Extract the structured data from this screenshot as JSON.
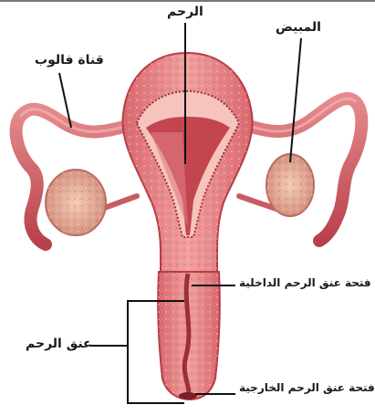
{
  "labels": {
    "uterus": "الرحم",
    "ovary": "المبيض",
    "fallopian_tube": "قناة فالوب",
    "internal_os": "فتحة عنق الرحم الداخلية",
    "cervix": "عنق الرحم",
    "external_os": "فتحة عنق الرحم الخارجية"
  },
  "colors": {
    "tissue_dark": "#c2454f",
    "tissue_mid": "#e07f84",
    "tissue_light": "#f2b5b0",
    "ovary": "#e9b09b",
    "leader_line": "#111111"
  }
}
